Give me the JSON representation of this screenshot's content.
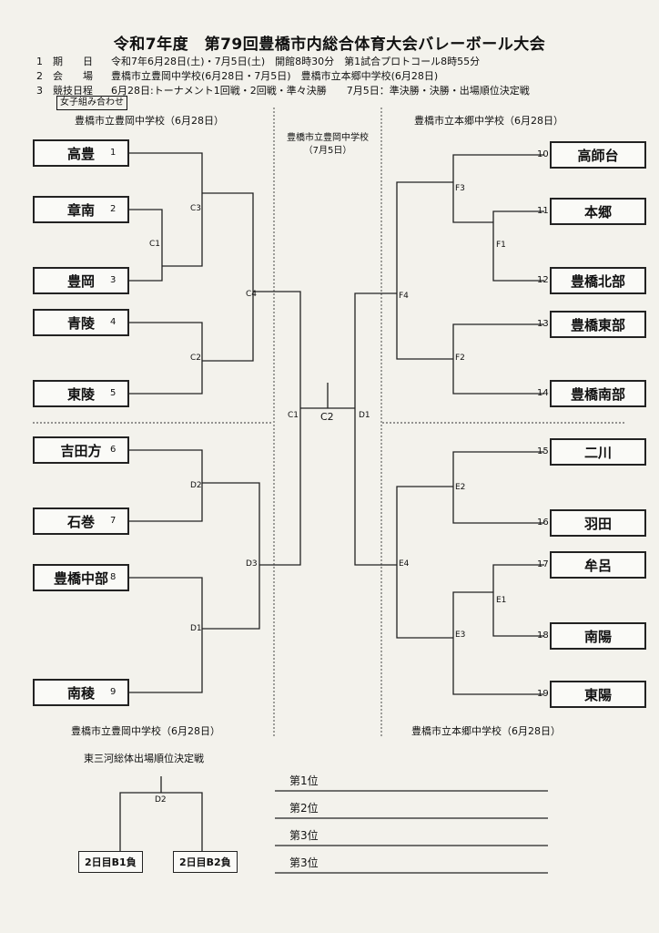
{
  "title": "令和7年度　第79回豊橋市内総合体育大会バレーボール大会",
  "info": [
    {
      "label": "1　期　　日",
      "text": "令和7年6月28日(土)・7月5日(土)　開館8時30分　第1試合プロトコール8時55分"
    },
    {
      "label": "2　会　　場",
      "text": "豊橋市立豊岡中学校(6月28日・7月5日)　豊橋市立本郷中学校(6月28日)"
    },
    {
      "label": "3　競技日程",
      "text": "6月28日:トーナメント1回戦・2回戦・準々決勝　　7月5日：準決勝・決勝・出場順位決定戦"
    }
  ],
  "category_tag": "女子組み合わせ",
  "venues": {
    "left_top": "豊橋市立豊岡中学校（6月28日）",
    "center": "豊橋市立豊岡中学校",
    "center_date": "（7月5日）",
    "right_top": "豊橋市立本郷中学校（6月28日）",
    "left_bottom": "豊橋市立豊岡中学校（6月28日）",
    "right_bottom": "豊橋市立本郷中学校（6月28日）"
  },
  "teams_left": [
    {
      "seed": "1",
      "name": "高豊"
    },
    {
      "seed": "2",
      "name": "章南"
    },
    {
      "seed": "3",
      "name": "豊岡"
    },
    {
      "seed": "4",
      "name": "青陵"
    },
    {
      "seed": "5",
      "name": "東陵"
    },
    {
      "seed": "6",
      "name": "吉田方"
    },
    {
      "seed": "7",
      "name": "石巻"
    },
    {
      "seed": "8",
      "name": "豊橋中部"
    },
    {
      "seed": "9",
      "name": "南稜"
    }
  ],
  "teams_right": [
    {
      "seed": "10",
      "name": "高師台"
    },
    {
      "seed": "11",
      "name": "本郷"
    },
    {
      "seed": "12",
      "name": "豊橋北部"
    },
    {
      "seed": "13",
      "name": "豊橋東部"
    },
    {
      "seed": "14",
      "name": "豊橋南部"
    },
    {
      "seed": "15",
      "name": "二川"
    },
    {
      "seed": "16",
      "name": "羽田"
    },
    {
      "seed": "17",
      "name": "牟呂"
    },
    {
      "seed": "18",
      "name": "南陽"
    },
    {
      "seed": "19",
      "name": "東陽"
    }
  ],
  "match_labels": {
    "C1": "C1",
    "C3": "C3",
    "C2": "C2",
    "C4": "C4",
    "D2": "D2",
    "D1": "D1",
    "D3": "D3",
    "F3": "F3",
    "F1": "F1",
    "F4": "F4",
    "F2": "F2",
    "E2": "E2",
    "E1": "E1",
    "E3": "E3",
    "E4": "E4",
    "SF_left": "C1",
    "FINAL": "C2",
    "SF_right": "D1"
  },
  "placement": {
    "title": "東三河総体出場順位決定戦",
    "match": "D2",
    "slot_left": "2日目B1負",
    "slot_right": "2日目B2負",
    "ranks": [
      "第1位",
      "第2位",
      "第3位",
      "第3位"
    ]
  }
}
